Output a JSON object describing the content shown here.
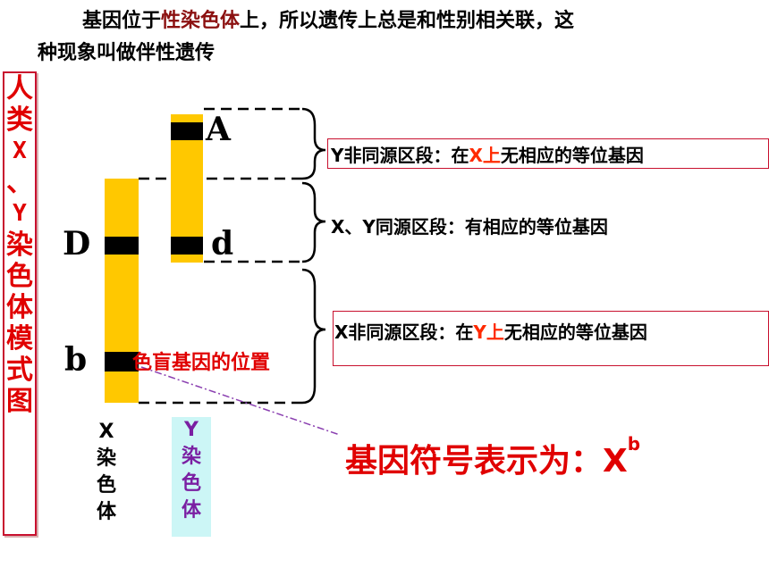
{
  "intro": {
    "line1_a": "基因位于",
    "line1_red": "性染色体",
    "line1_b": "上，所以遗传上总是和性别相关联，这",
    "line2": "种现象叫做伴性遗传"
  },
  "vertical_title": [
    "人",
    "类",
    "X",
    "、",
    "Y",
    "染",
    "色",
    "体",
    "模",
    "式",
    "图"
  ],
  "genes": {
    "A": "A",
    "d": "d",
    "D": "D",
    "b": "b"
  },
  "regions": [
    {
      "pre": "Y非同源区段：在",
      "red": "X上",
      "post": "无相应的等位基因"
    },
    {
      "pre": "X、Y同源区段：有相应的等位基因",
      "red": "",
      "post": ""
    },
    {
      "pre": "X非同源区段：在",
      "red": "Y上",
      "post": "无相应的等位基因"
    }
  ],
  "colorblind_label": "色盲基因的位置",
  "x_label": [
    "X",
    "染",
    "色",
    "体"
  ],
  "y_label": [
    "Y",
    "染",
    "色",
    "体"
  ],
  "symbol": {
    "text": "基因符号表示为：X",
    "sup": "b"
  },
  "colors": {
    "chromosome": "#ffc800",
    "accent_red": "#e00000",
    "y_label_bg": "#ccf6f6",
    "y_label_text": "#7a1fa2"
  }
}
